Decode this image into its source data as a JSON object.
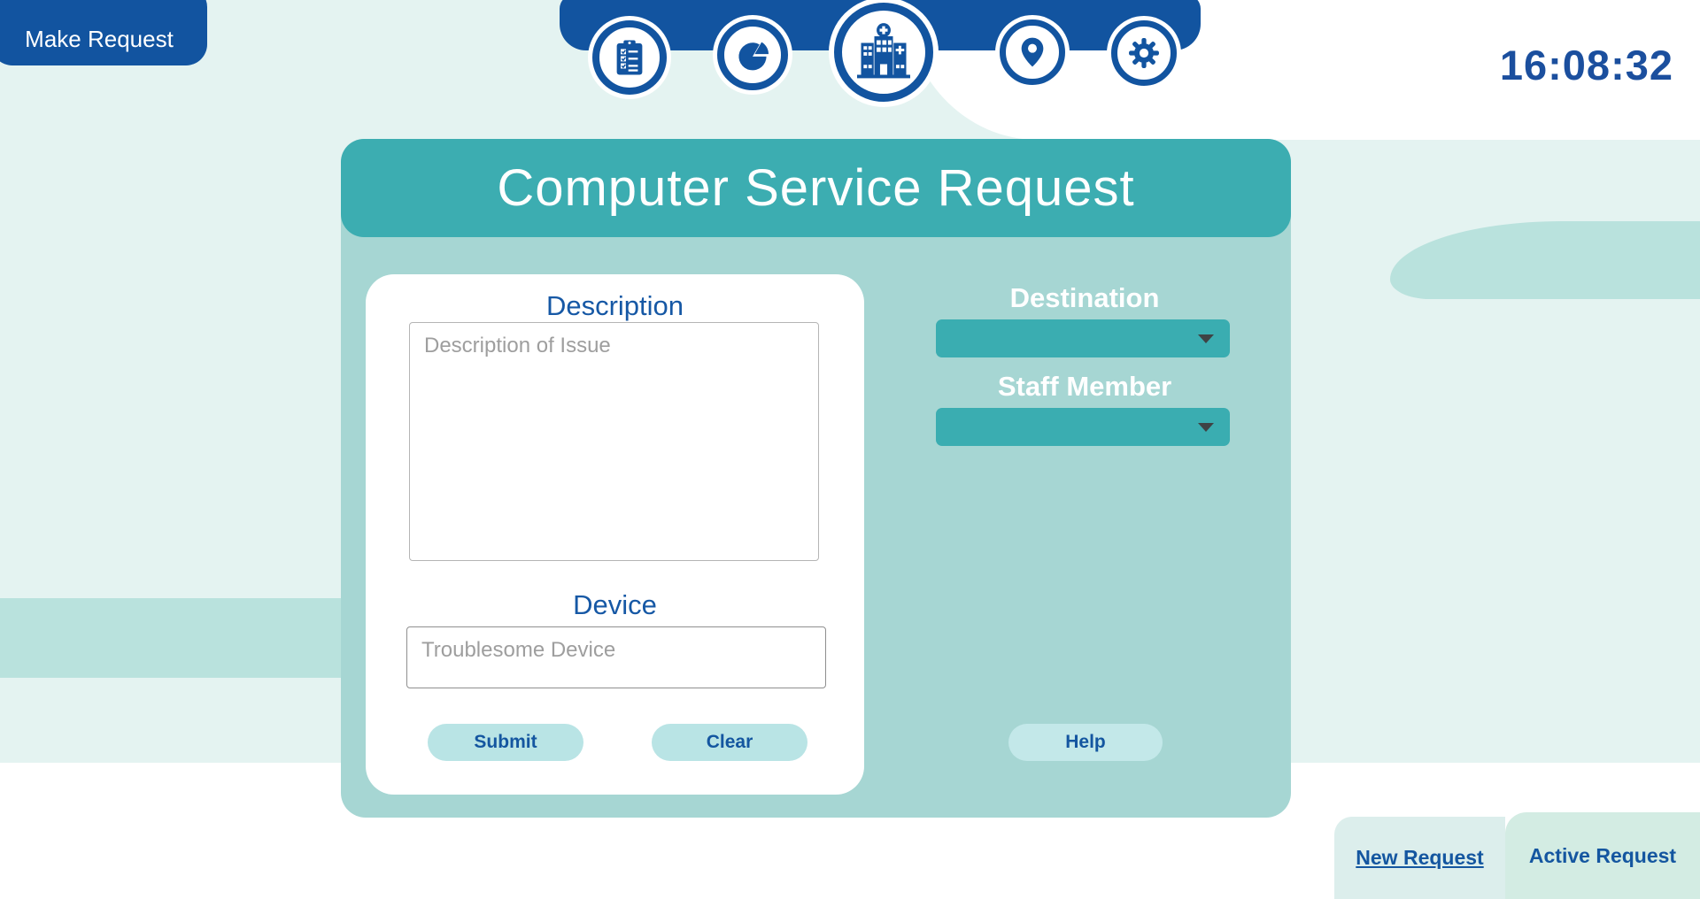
{
  "topbar": {
    "make_request_label": "Make Request",
    "clock": "16:08:32"
  },
  "nav": {
    "items": [
      {
        "icon": "checklist-clipboard"
      },
      {
        "icon": "pie-chart"
      },
      {
        "icon": "hospital-building"
      },
      {
        "icon": "location-pin"
      },
      {
        "icon": "settings-gear"
      }
    ]
  },
  "card": {
    "title": "Computer Service Request",
    "description": {
      "label": "Description",
      "placeholder": "Description of Issue",
      "value": ""
    },
    "device": {
      "label": "Device",
      "placeholder": "Troublesome Device",
      "value": ""
    },
    "buttons": {
      "submit": "Submit",
      "clear": "Clear",
      "help": "Help"
    },
    "destination": {
      "label": "Destination",
      "selected": ""
    },
    "staff_member": {
      "label": "Staff Member",
      "selected": ""
    }
  },
  "footer_tabs": [
    {
      "label": "New Request",
      "active": true
    },
    {
      "label": "Active Request",
      "active": false
    }
  ],
  "colors": {
    "primary_blue": "#1254a0",
    "teal": "#3cadb1",
    "card_teal": "#a6d6d3",
    "mint_background": "#e4f3f1",
    "wave_mint": "#b9e2dd",
    "pill_light_teal": "#b9e4e5",
    "dark_blue_text": "#1456a0"
  }
}
